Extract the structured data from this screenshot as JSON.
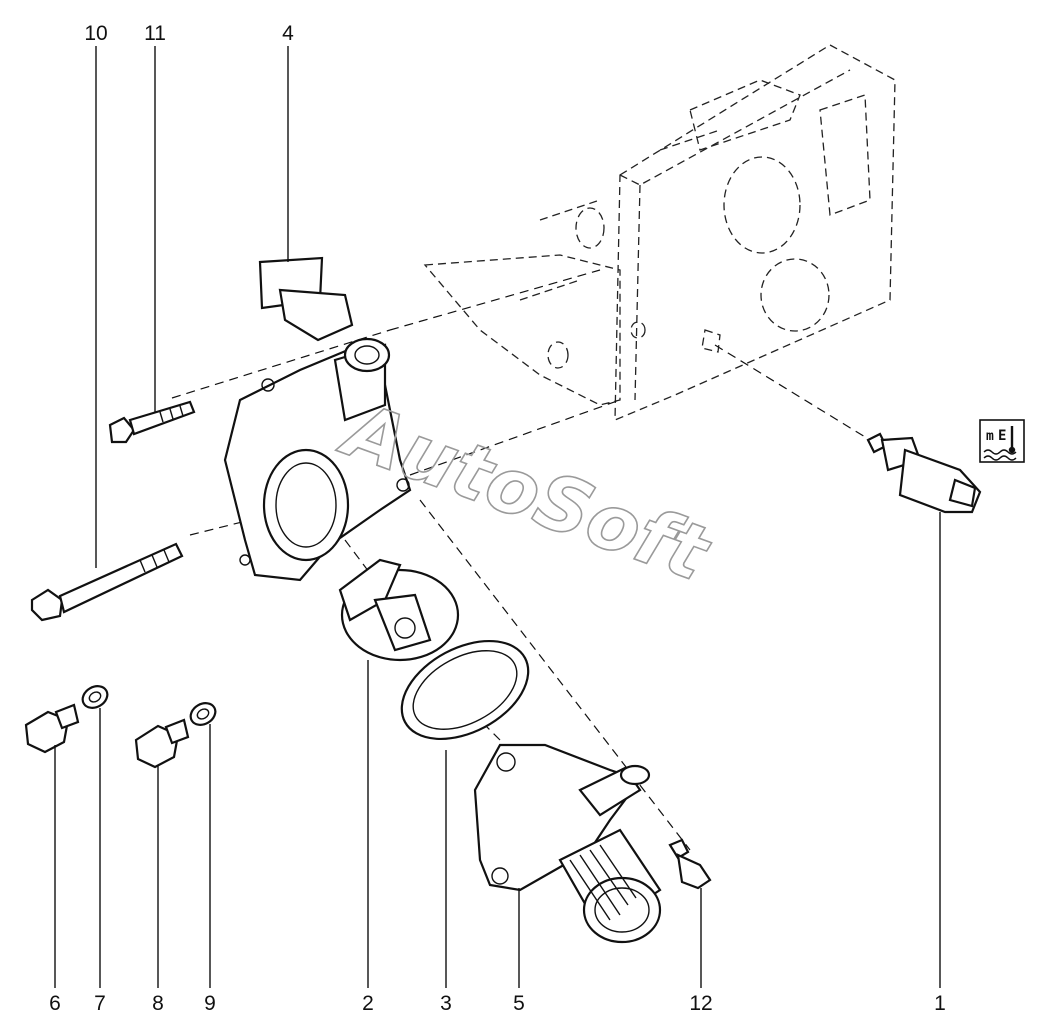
{
  "watermark": "AutoSoft",
  "callouts": [
    {
      "id": "10",
      "label": "10"
    },
    {
      "id": "11",
      "label": "11"
    },
    {
      "id": "4",
      "label": "4"
    },
    {
      "id": "6",
      "label": "6"
    },
    {
      "id": "7",
      "label": "7"
    },
    {
      "id": "8",
      "label": "8"
    },
    {
      "id": "9",
      "label": "9"
    },
    {
      "id": "2",
      "label": "2"
    },
    {
      "id": "3",
      "label": "3"
    },
    {
      "id": "5",
      "label": "5"
    },
    {
      "id": "12",
      "label": "12"
    },
    {
      "id": "1",
      "label": "1"
    }
  ],
  "icons": {
    "coolant_temperature": "coolant-temperature-icon"
  }
}
